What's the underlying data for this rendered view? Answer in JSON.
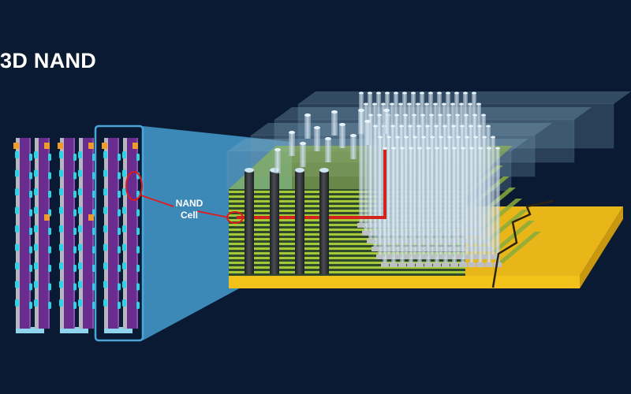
{
  "title": "3D NAND",
  "callout": {
    "line1": "NAND",
    "line2": "Cell"
  },
  "colors": {
    "background": "#0b1a33",
    "zoom_panel": "#3f8fc0",
    "callout_red": "#e01a1a",
    "substrate": "#f2c21b",
    "layer_green": "#a4c83a",
    "string_purple": "#6a2c8e",
    "cell_cyan": "#2ad3e6",
    "pillar_dark": "#303236"
  },
  "icons": [
    "nand-cell-circle-icon",
    "nand-cell-circle-icon",
    "substrate-crack-icon"
  ]
}
